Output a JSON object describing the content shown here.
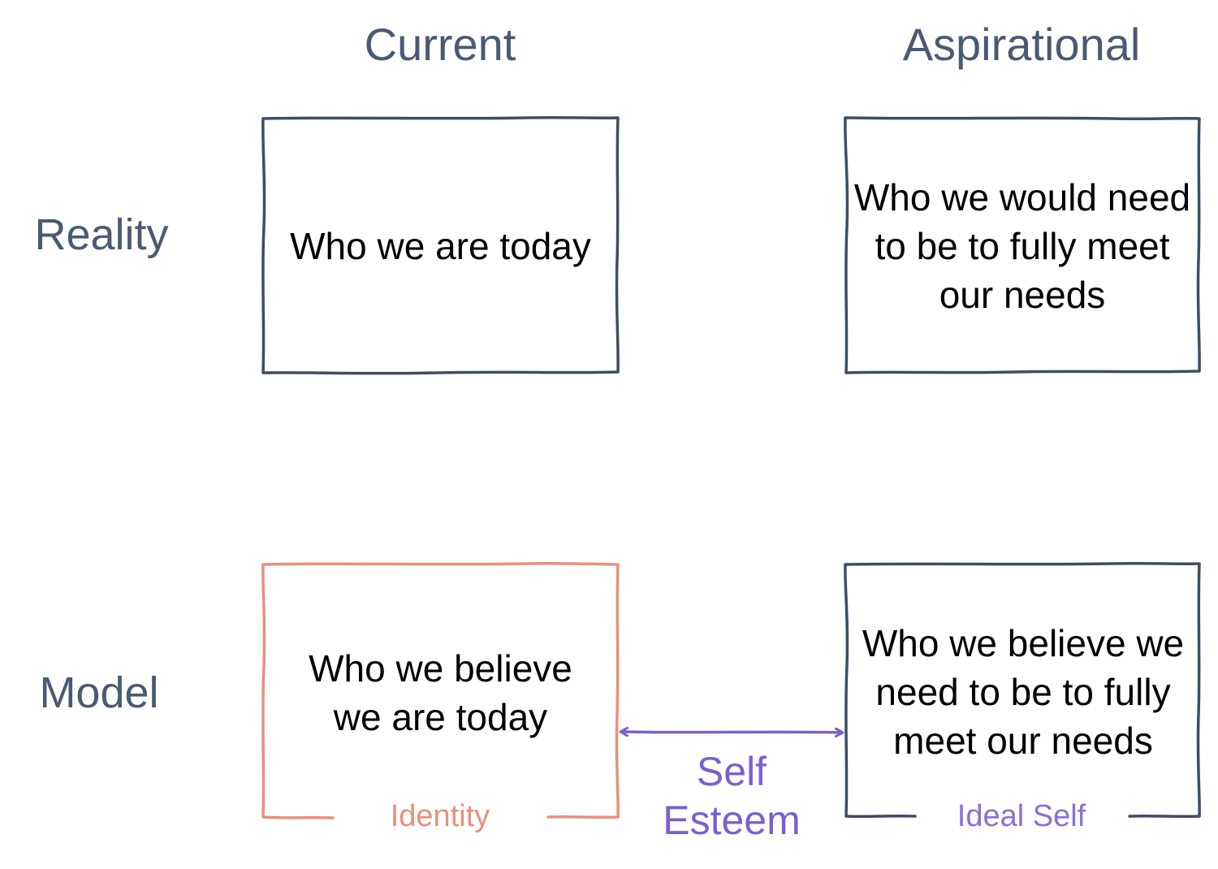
{
  "colors": {
    "header": "#4a5a72",
    "box_stroke": "#3f4d63",
    "identity": "#e8907c",
    "self_esteem": "#7b5fcf",
    "ideal_self": "#8a6fd6"
  },
  "columns": {
    "current": "Current",
    "aspirational": "Aspirational"
  },
  "rows": {
    "reality": "Reality",
    "model": "Model"
  },
  "boxes": {
    "reality_current": "Who we are today",
    "reality_aspirational": "Who we would need to be to fully meet our needs",
    "model_current": "Who we believe we are today",
    "model_aspirational": "Who we believe we need to be to fully meet our needs"
  },
  "labels": {
    "identity": "Identity",
    "ideal_self": "Ideal Self",
    "self_esteem_line1": "Self",
    "self_esteem_line2": "Esteem"
  }
}
